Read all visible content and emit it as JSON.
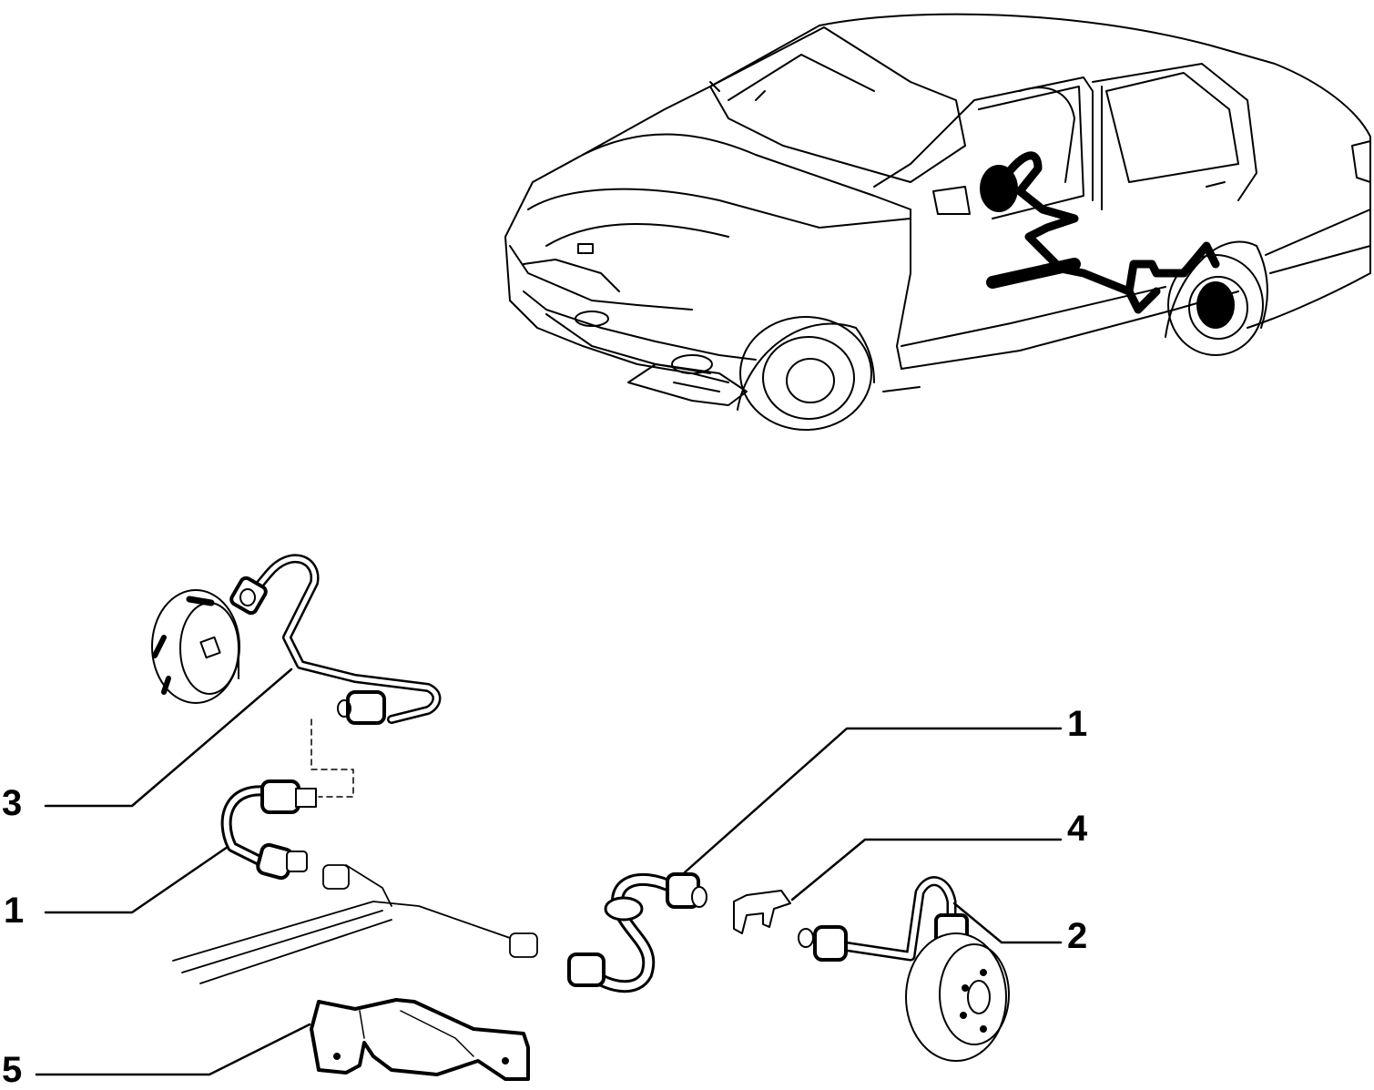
{
  "callouts": [
    {
      "id": "c3",
      "label": "3"
    },
    {
      "id": "c1a",
      "label": "1"
    },
    {
      "id": "c5",
      "label": "5"
    },
    {
      "id": "c1b",
      "label": "1"
    },
    {
      "id": "c4",
      "label": "4"
    },
    {
      "id": "c2",
      "label": "2"
    }
  ],
  "colors": {
    "line": "#000000",
    "background": "#ffffff"
  }
}
